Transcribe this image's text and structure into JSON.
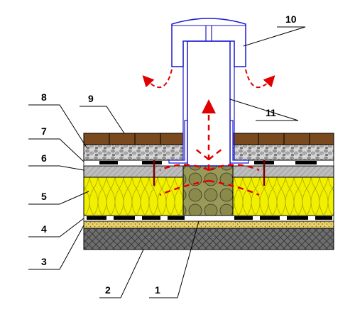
{
  "diagram": {
    "labels": [
      "1",
      "2",
      "3",
      "4",
      "5",
      "6",
      "7",
      "8",
      "9",
      "10",
      "11"
    ],
    "colors": {
      "concrete": "#6e6e6e",
      "insulation": "#f0f000",
      "sand": "#c9a56b",
      "vapor_barrier": "#000000",
      "screed": "#b5b5b5",
      "gravel": "#d6d6d6",
      "tiles": "#7a4a1e",
      "pipe_outline": "#1a1acc",
      "airflow": "#e00000",
      "granules": "#8a8a4a"
    },
    "icons": {
      "airflow": "red-dashed-arrow",
      "cap": "deflector-cap"
    }
  }
}
